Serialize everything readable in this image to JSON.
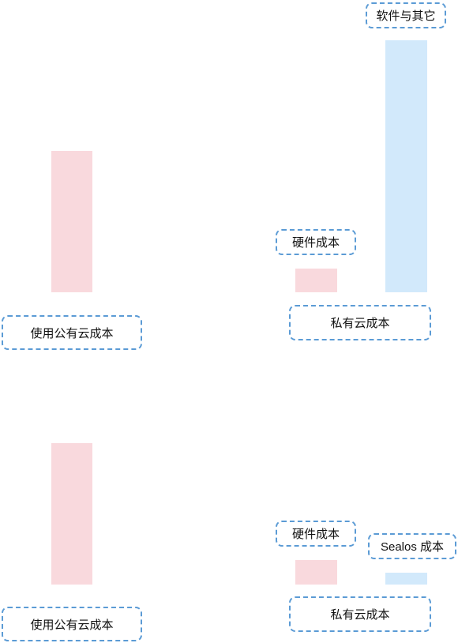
{
  "top": {
    "public": {
      "label": "使用公有云成本"
    },
    "private": {
      "label": "私有云成本",
      "hardware_label": "硬件成本",
      "software_label": "软件与其它"
    }
  },
  "bottom": {
    "public": {
      "label": "使用公有云成本"
    },
    "private": {
      "label": "私有云成本",
      "hardware_label": "硬件成本",
      "sealos_label": "Sealos 成本"
    }
  },
  "colors": {
    "hardware_fill": "#f9d9dd",
    "software_fill": "#d2e9fb",
    "label_border": "#5b9bd5"
  }
}
